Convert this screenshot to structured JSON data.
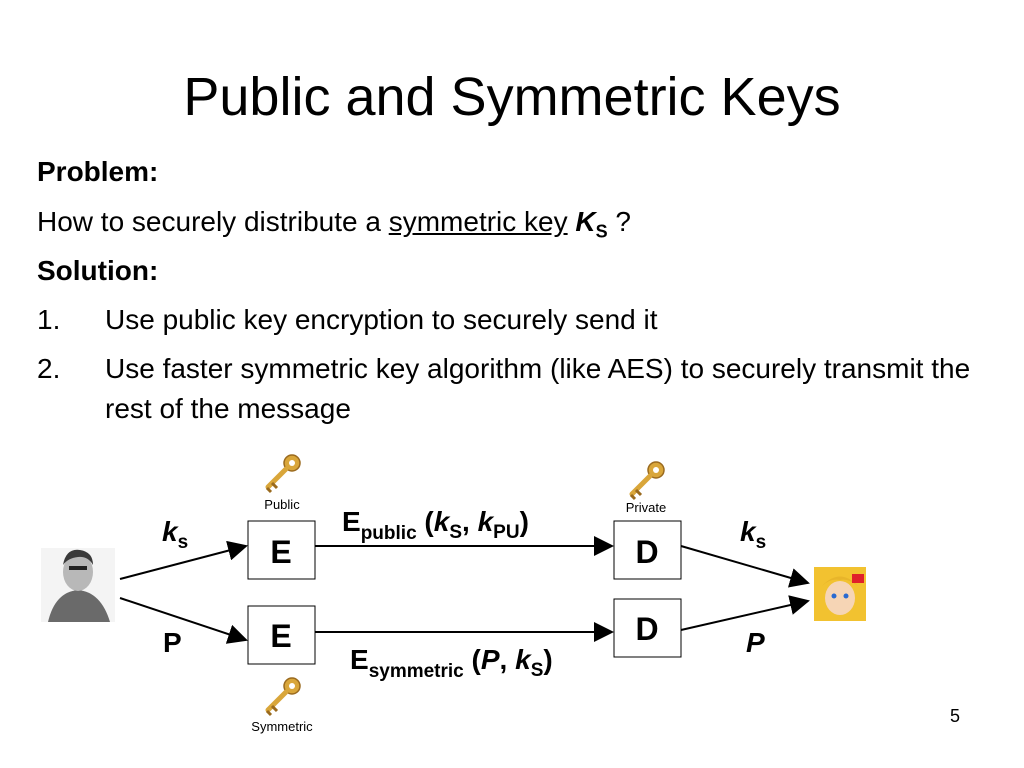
{
  "slide": {
    "title": "Public and Symmetric Keys",
    "problem_heading": "Problem:",
    "problem_text_prefix": "How to securely distribute a ",
    "problem_text_underlined": "symmetric key",
    "problem_key_symbol": "K",
    "problem_key_sub": "S",
    "problem_text_suffix": " ?",
    "solution_heading": "Solution:",
    "items": [
      {
        "number": "1.",
        "text": "Use public key encryption to securely send it"
      },
      {
        "number": "2.",
        "text": "Use faster symmetric key algorithm (like AES) to securely transmit the rest of the message"
      }
    ],
    "page_number": "5"
  },
  "diagram": {
    "key_labels": {
      "public": "Public",
      "private": "Private",
      "symmetric": "Symmetric"
    },
    "boxes": {
      "enc_top": "E",
      "enc_bottom": "E",
      "dec_top": "D",
      "dec_bottom": "D"
    },
    "left_ks": {
      "main": "k",
      "sub": "s"
    },
    "left_p": "P",
    "right_ks": {
      "main": "k",
      "sub": "s"
    },
    "right_p": "P",
    "top_expr": {
      "E": "E",
      "E_sub": "public",
      "open": " (",
      "k1": "k",
      "k1_sub": "S",
      "comma": ", ",
      "k2": "k",
      "k2_sub": "PU",
      "close": ")"
    },
    "bottom_expr": {
      "E": "E",
      "E_sub": "symmetric",
      "open": " (",
      "p": "P",
      "comma": ", ",
      "k": "k",
      "k_sub": "S",
      "close": ")"
    },
    "colors": {
      "key_gold": "#d9a63a",
      "key_dark": "#9a6a1e",
      "hair": "#f2c230",
      "face": "#f6d5b5",
      "bow": "#e0202a"
    }
  }
}
